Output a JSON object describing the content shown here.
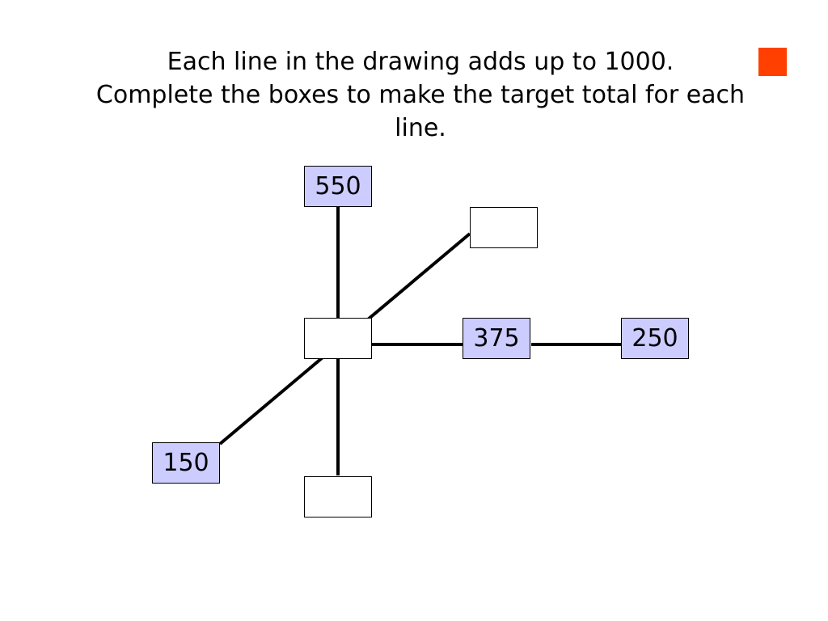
{
  "instructions": {
    "line1": "Each line in the drawing adds up to 1000.",
    "line2": "Complete the boxes to make the target total for each",
    "line3": "line."
  },
  "colors": {
    "given_box_fill": "#ccccff",
    "empty_box_fill": "#ffffff",
    "corner_marker": "#ff4000",
    "line": "#000000"
  },
  "boxes": {
    "top": "550",
    "upper_right": "",
    "center": "",
    "right_middle": "375",
    "right_end": "250",
    "lower_left": "150",
    "bottom": ""
  }
}
